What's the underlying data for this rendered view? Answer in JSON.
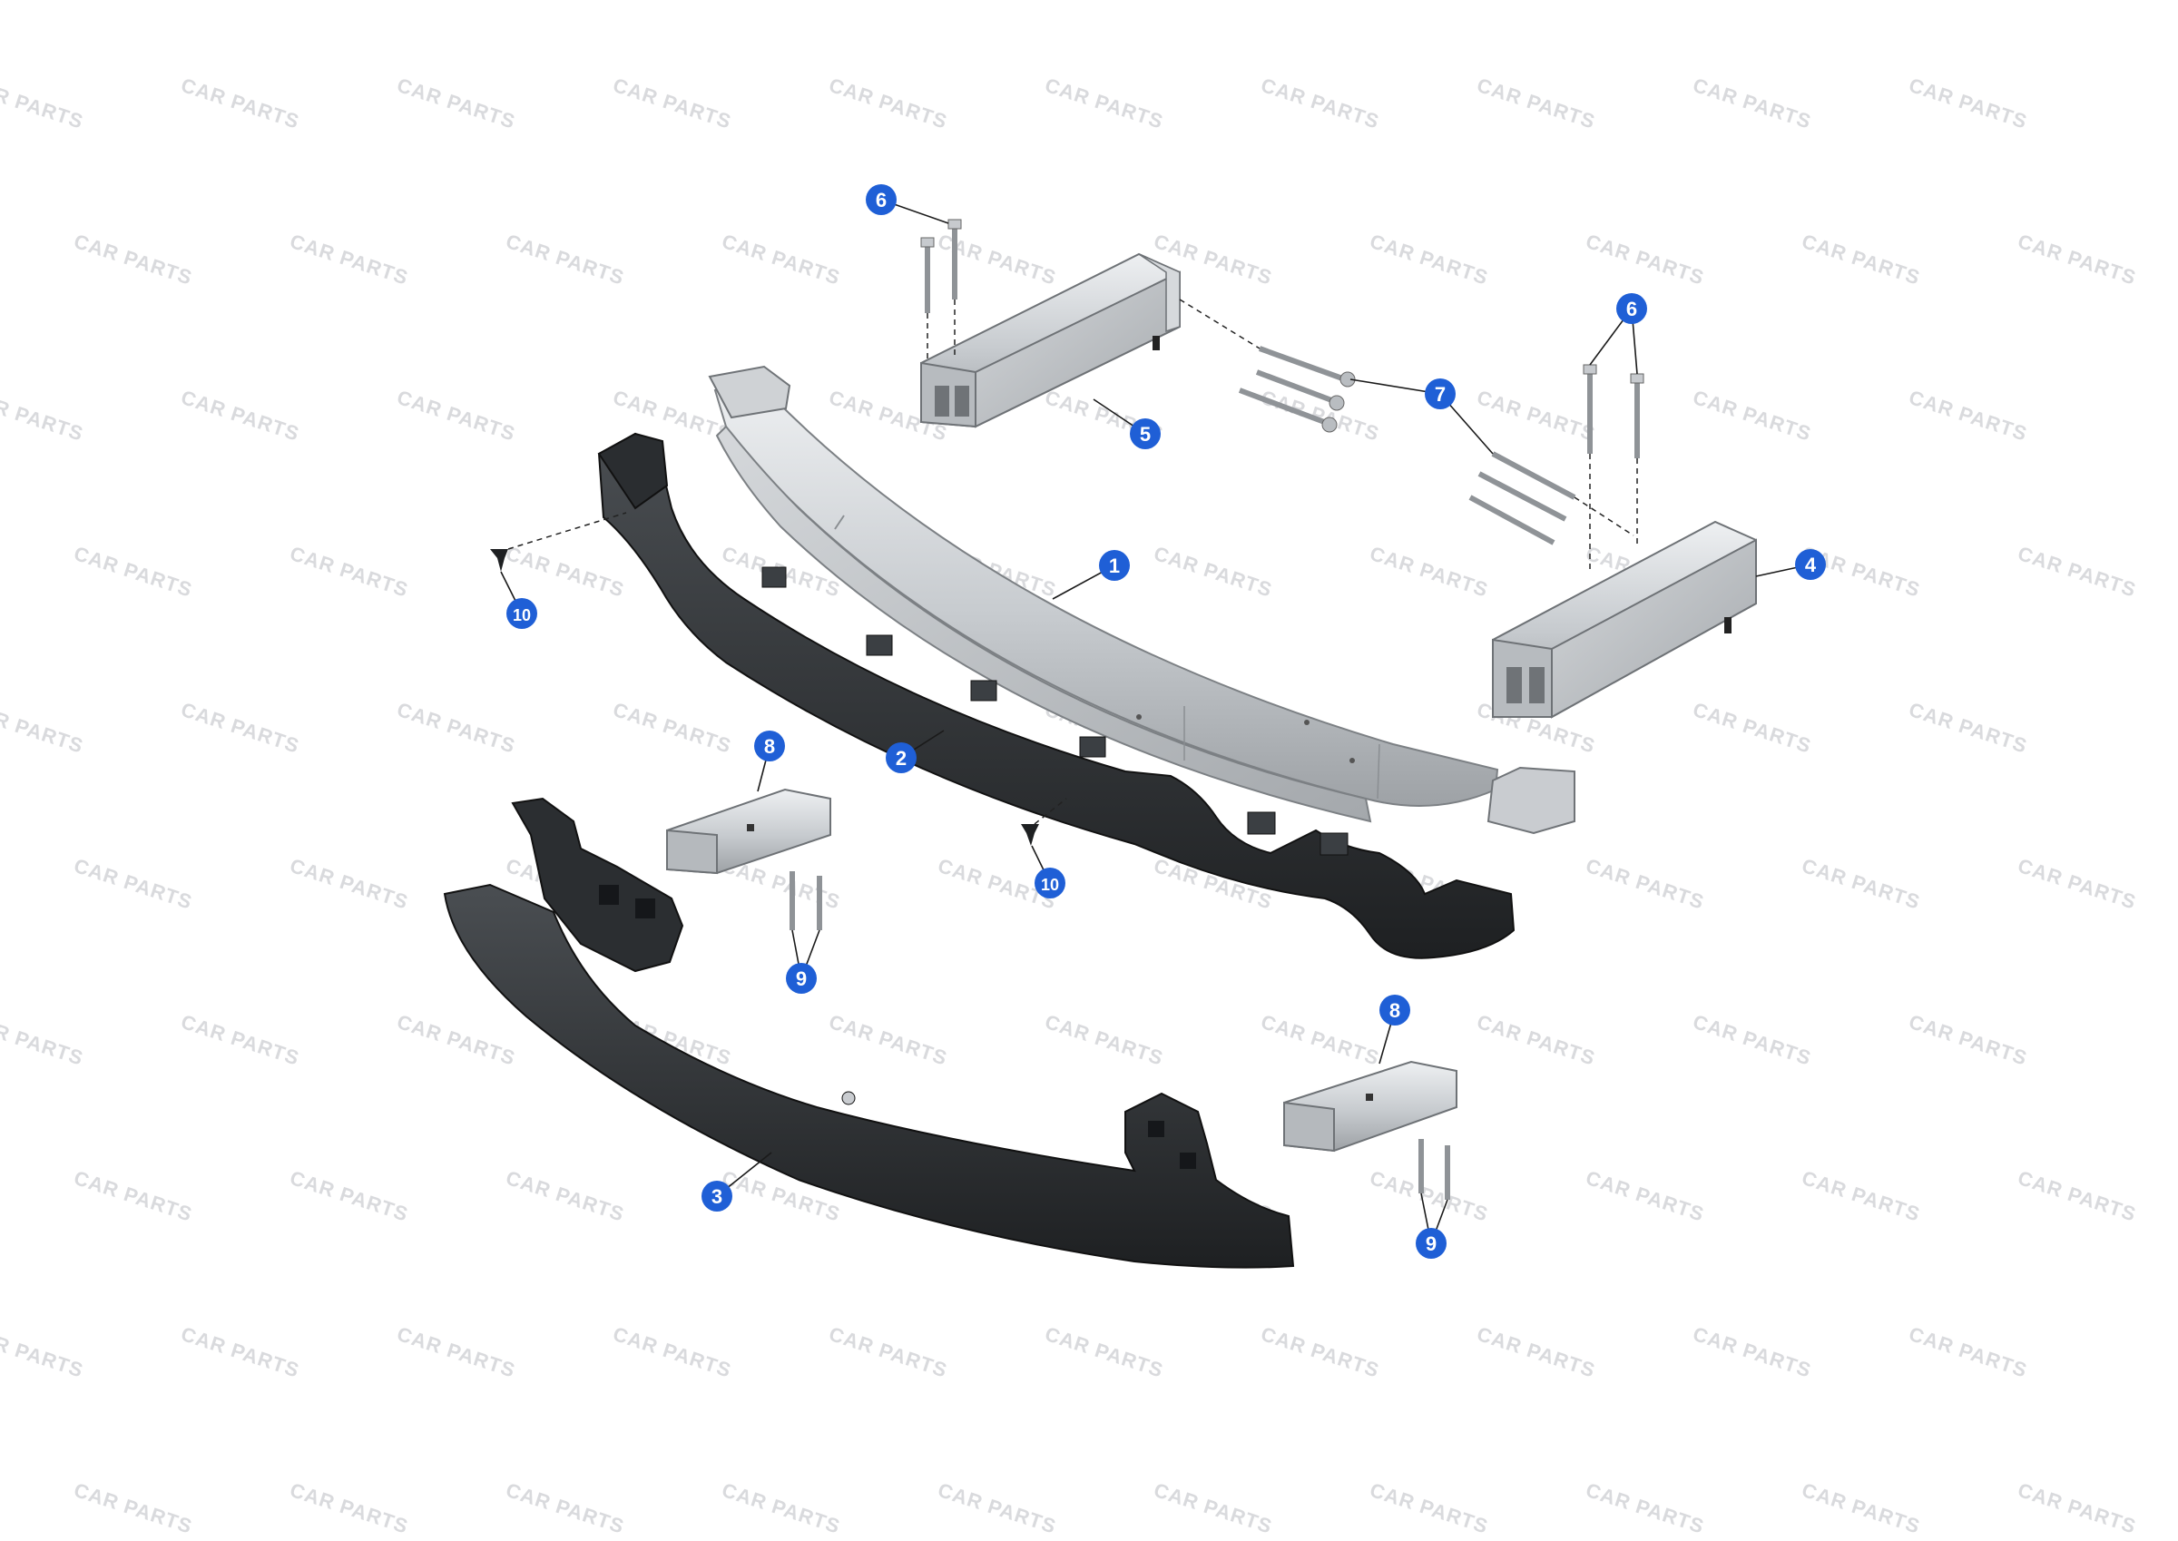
{
  "watermark": {
    "text": "CAR PARTS"
  },
  "colors": {
    "callout": "#1f5fd6",
    "metal_light": "#e4e6e8",
    "metal_mid": "#b9bdc1",
    "metal_dark": "#8c9094",
    "plastic": "#2e3134",
    "plastic_dark": "#1c1e20"
  },
  "parts": [
    {
      "id": "1",
      "label": "1"
    },
    {
      "id": "2",
      "label": "2"
    },
    {
      "id": "3",
      "label": "3"
    },
    {
      "id": "4",
      "label": "4"
    },
    {
      "id": "5",
      "label": "5"
    },
    {
      "id": "6a",
      "label": "6"
    },
    {
      "id": "6b",
      "label": "6"
    },
    {
      "id": "7",
      "label": "7"
    },
    {
      "id": "8a",
      "label": "8"
    },
    {
      "id": "8b",
      "label": "8"
    },
    {
      "id": "9a",
      "label": "9"
    },
    {
      "id": "9b",
      "label": "9"
    },
    {
      "id": "10a",
      "label": "10"
    },
    {
      "id": "10b",
      "label": "10"
    }
  ]
}
